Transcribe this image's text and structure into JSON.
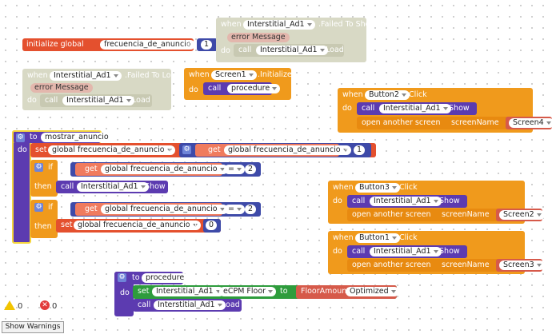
{
  "blocks": {
    "init_global": {
      "kw": "initialize global",
      "name": "frecuencia_de_anuncio",
      "to": "to",
      "value": "1"
    },
    "failed_to_show": {
      "when": "when",
      "component": "Interstitial_Ad1",
      "event": ".Failed To Show",
      "param": "error Message",
      "do": "do",
      "call": "call",
      "target": "Interstitial_Ad1",
      "method": ".Load"
    },
    "failed_to_load": {
      "when": "when",
      "component": "Interstitial_Ad1",
      "event": ".Failed To Load",
      "param": "error Message",
      "do": "do",
      "call": "call",
      "target": "Interstitial_Ad1",
      "method": ".Load"
    },
    "screen_init": {
      "when": "when",
      "component": "Screen1",
      "event": ".Initialize",
      "do": "do",
      "call": "call",
      "proc": "procedure"
    },
    "button2": {
      "when": "when",
      "component": "Button2",
      "event": ".Click",
      "do": "do",
      "call": "call",
      "target": "Interstitial_Ad1",
      "method": ".Show",
      "open": "open another screen",
      "screen_name": "screenName",
      "screen": "Screen4"
    },
    "button3": {
      "when": "when",
      "component": "Button3",
      "event": ".Click",
      "do": "do",
      "call": "call",
      "target": "Interstitial_Ad1",
      "method": ".Show",
      "open": "open another screen",
      "screen_name": "screenName",
      "screen": "Screen2"
    },
    "button1": {
      "when": "when",
      "component": "Button1",
      "event": ".Click",
      "do": "do",
      "call": "call",
      "target": "Interstitial_Ad1",
      "method": ".Show",
      "open": "open another screen",
      "screen_name": "screenName",
      "screen": "Screen3"
    },
    "mostrar": {
      "to": "to",
      "name": "mostrar_anuncio",
      "do": "do",
      "set": "set",
      "var": "global frecuencia_de_anuncio",
      "set_to": "to",
      "get": "get",
      "get_var": "global frecuencia_de_anuncio",
      "plus": "+",
      "plus_val": "1",
      "if": "if",
      "then": "then",
      "eq": "=",
      "eq_val": "2",
      "call": "call",
      "target": "Interstitial_Ad1",
      "method": ".Show",
      "zero": "0"
    },
    "procedure": {
      "to": "to",
      "name": "procedure",
      "do": "do",
      "set": "set",
      "target": "Interstitial_Ad1",
      "prop": "eCPM Floor",
      "set_to": "to",
      "floor": "FloorAmount",
      "floor_val": "Optimized",
      "call": "call",
      "call_target": "Interstitial_Ad1",
      "method": ".Load"
    }
  },
  "warnings": {
    "warn_count": "0",
    "error_count": "0",
    "button": "Show Warnings"
  }
}
